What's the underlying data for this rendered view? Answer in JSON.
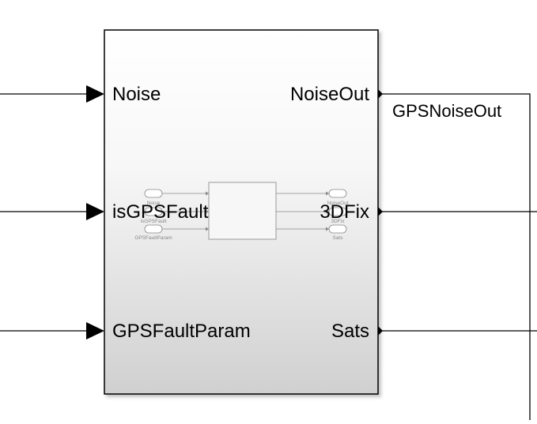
{
  "block": {
    "inputs": [
      "Noise",
      "isGPSFault",
      "GPSFaultParam"
    ],
    "outputs": [
      "NoiseOut",
      "3DFix",
      "Sats"
    ]
  },
  "signals": {
    "noise_out_label": "GPSNoiseOut"
  },
  "preview": {
    "inputs": [
      "Noise",
      "isGPSFault",
      "GPSFaultParam"
    ],
    "outputs": [
      "NoiseOut",
      "3DFix",
      "Sats"
    ]
  },
  "colors": {
    "block_top": "#ffffff",
    "block_bottom": "#d0d0d0",
    "border": "#000000",
    "line": "#000000",
    "preview_line": "#888888"
  }
}
